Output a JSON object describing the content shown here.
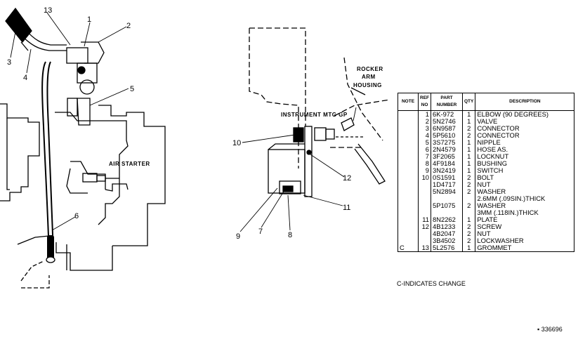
{
  "labels": {
    "air_starter": "AIR STARTER",
    "instrument_mtg_gp": "INSTRUMENT MTG GP",
    "rocker_arm_housing": [
      "ROCKER",
      "ARM",
      "HOUSING"
    ]
  },
  "callouts": [
    "13",
    "1",
    "2",
    "3",
    "4",
    "5",
    "6",
    "10",
    "12",
    "11",
    "9",
    "7",
    "8"
  ],
  "table": {
    "headers": {
      "note": "NOTE",
      "ref": [
        "REF",
        "NO"
      ],
      "part": [
        "PART",
        "NUMBER"
      ],
      "qty": "QTY",
      "desc": "DESCRIPTION"
    },
    "rows": [
      {
        "note": "",
        "ref": "1",
        "part": "6K-972",
        "qty": "1",
        "desc": "ELBOW (90 DEGREES)"
      },
      {
        "note": "",
        "ref": "2",
        "part": "5N2746",
        "qty": "1",
        "desc": "VALVE"
      },
      {
        "note": "",
        "ref": "3",
        "part": "6N9587",
        "qty": "2",
        "desc": "CONNECTOR"
      },
      {
        "note": "",
        "ref": "4",
        "part": "5P5610",
        "qty": "2",
        "desc": "CONNECTOR"
      },
      {
        "note": "",
        "ref": "5",
        "part": "3S7275",
        "qty": "1",
        "desc": "NIPPLE"
      },
      {
        "note": "",
        "ref": "6",
        "part": "2N4579",
        "qty": "1",
        "desc": "HOSE AS."
      },
      {
        "note": "",
        "ref": "7",
        "part": "3F2065",
        "qty": "1",
        "desc": "LOCKNUT"
      },
      {
        "note": "",
        "ref": "8",
        "part": "4F9184",
        "qty": "1",
        "desc": "BUSHING"
      },
      {
        "note": "",
        "ref": "9",
        "part": "3N2419",
        "qty": "1",
        "desc": "SWITCH"
      },
      {
        "note": "",
        "ref": "10",
        "part": "0S1591",
        "qty": "2",
        "desc": "BOLT"
      },
      {
        "note": "",
        "ref": "",
        "part": "1D4717",
        "qty": "2",
        "desc": "NUT"
      },
      {
        "note": "",
        "ref": "",
        "part": "5N2894",
        "qty": "2",
        "desc": "WASHER"
      },
      {
        "note": "",
        "ref": "",
        "part": "",
        "qty": "",
        "desc": "2.6MM (.09SIN.)THICK"
      },
      {
        "note": "",
        "ref": "",
        "part": "5P1075",
        "qty": "2",
        "desc": "WASHER"
      },
      {
        "note": "",
        "ref": "",
        "part": "",
        "qty": "",
        "desc": "3MM (.118IN.)THICK"
      },
      {
        "note": "",
        "ref": "11",
        "part": "8N2262",
        "qty": "1",
        "desc": "PLATE"
      },
      {
        "note": "",
        "ref": "12",
        "part": "4B1233",
        "qty": "2",
        "desc": "SCREW"
      },
      {
        "note": "",
        "ref": "",
        "part": "4B2047",
        "qty": "2",
        "desc": "NUT"
      },
      {
        "note": "",
        "ref": "",
        "part": "3B4502",
        "qty": "2",
        "desc": "LOCKWASHER"
      },
      {
        "note": "C",
        "ref": "13",
        "part": "5L2576",
        "qty": "1",
        "desc": "GROMMET"
      }
    ]
  },
  "footnote": "C-INDICATES CHANGE",
  "serial": "▪ 336696"
}
